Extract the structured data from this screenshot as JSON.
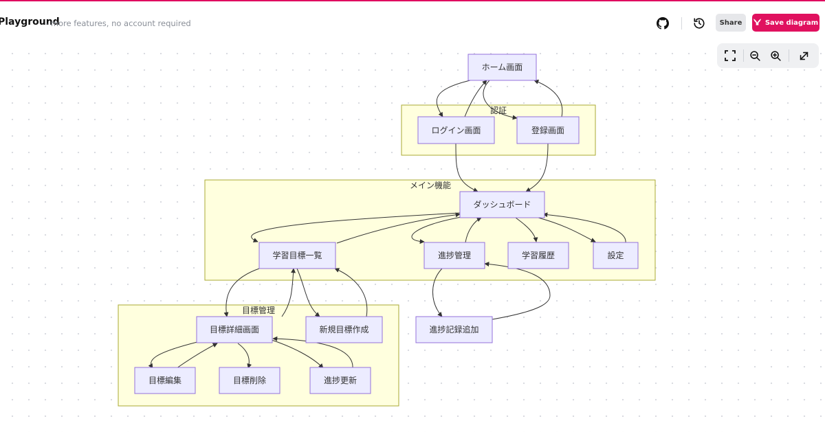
{
  "header": {
    "title": "Playground",
    "subtitle": "- more features, no account required",
    "share_label": "Share",
    "save_label": "Save diagram",
    "icons": [
      "github-icon",
      "history-icon"
    ],
    "accent_color": "#e0095f"
  },
  "toolbar": {
    "icons": [
      "fit-view-icon",
      "zoom-out-icon",
      "zoom-in-icon",
      "expand-icon"
    ]
  },
  "diagram": {
    "clusters": {
      "auth": "認証",
      "main": "メイン機能",
      "goal": "目標管理"
    },
    "nodes": {
      "home": "ホーム画面",
      "login": "ログイン画面",
      "register": "登録画面",
      "dashboard": "ダッシュボード",
      "goal_list": "学習目標一覧",
      "progress_mgmt": "進捗管理",
      "history": "学習履歴",
      "settings": "設定",
      "goal_detail": "目標詳細画面",
      "new_goal": "新規目標作成",
      "progress_add": "進捗記録追加",
      "goal_edit": "目標編集",
      "goal_delete": "目標削除",
      "progress_update": "進捗更新"
    },
    "colors": {
      "node_fill": "#ECECFF",
      "node_stroke": "#9370DB",
      "cluster_fill": "#ffffde",
      "cluster_stroke": "#aaaa33",
      "edge": "#333333"
    }
  }
}
